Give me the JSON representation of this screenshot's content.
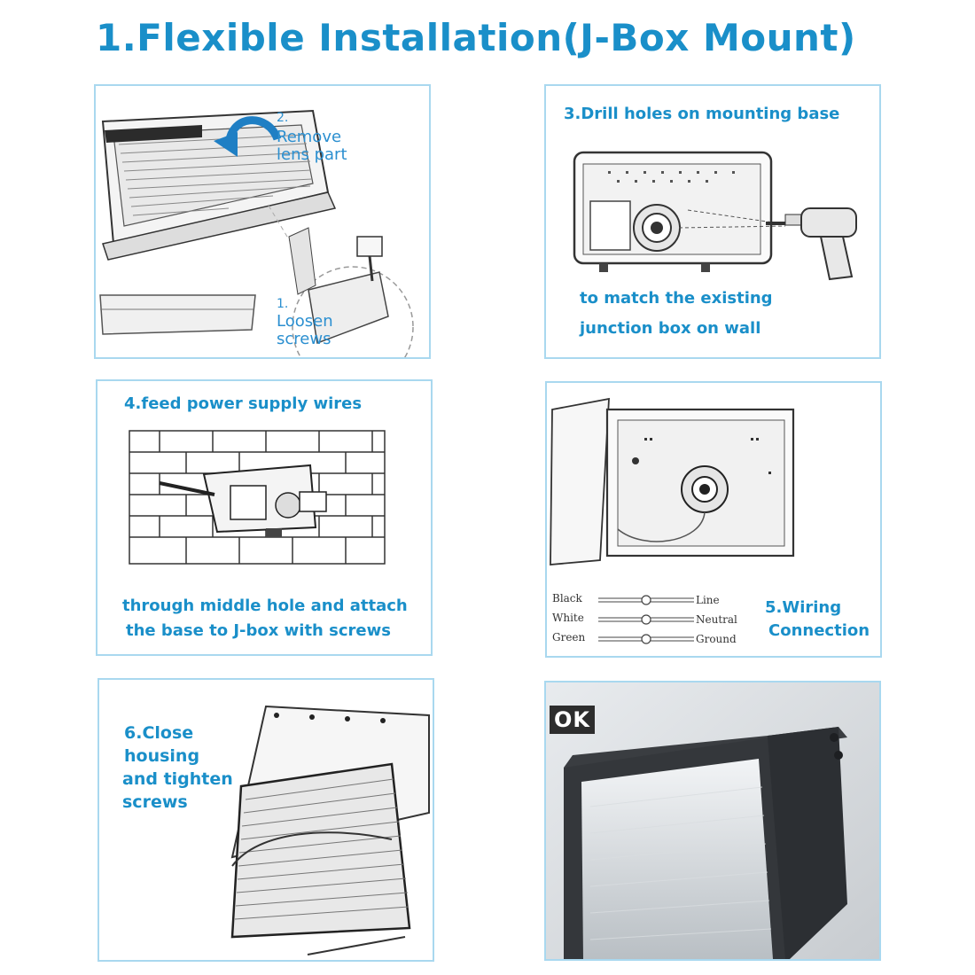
{
  "title": "1.Flexible Installation(J-Box Mount)",
  "panels": {
    "p1": {
      "step2_num": "2.",
      "step2_line1": "Remove",
      "step2_line2": "lens part",
      "step1_num": "1.",
      "step1_line1": "Loosen",
      "step1_line2": "screws"
    },
    "p3": {
      "heading": "3.Drill holes on mounting base",
      "line1": "to match the existing",
      "line2": "junction box on wall"
    },
    "p4": {
      "heading": "4.feed power supply wires",
      "line1": "through middle hole and attach",
      "line2": "the base to J-box with screws"
    },
    "p5": {
      "heading_line1": "5.Wiring",
      "heading_line2": "Connection",
      "wires": [
        {
          "color": "Black",
          "terminal": "Line"
        },
        {
          "color": "White",
          "terminal": "Neutral"
        },
        {
          "color": "Green",
          "terminal": "Ground"
        }
      ]
    },
    "p6": {
      "line1": "6.Close",
      "line2": "housing",
      "line3": "and tighten",
      "line4": "screws"
    },
    "p7": {
      "badge": "OK"
    }
  },
  "colors": {
    "accent": "#1a8fc9",
    "border": "#a9d8ef"
  }
}
